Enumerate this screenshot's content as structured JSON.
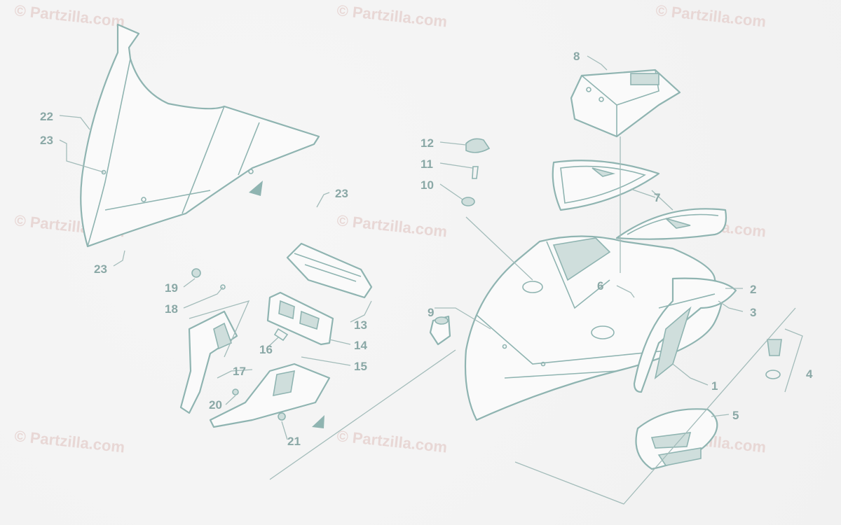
{
  "watermark": {
    "text": "© Partzilla.com"
  },
  "callouts": {
    "c1": "1",
    "c2": "2",
    "c3": "3",
    "c4": "4",
    "c5": "5",
    "c6": "6",
    "c7": "7",
    "c8": "8",
    "c9": "9",
    "c10": "10",
    "c11": "11",
    "c12": "12",
    "c13": "13",
    "c14": "14",
    "c15": "15",
    "c16": "16",
    "c17": "17",
    "c18": "18",
    "c19": "19",
    "c20": "20",
    "c21": "21",
    "c22": "22",
    "c23a": "23",
    "c23b": "23",
    "c23c": "23"
  },
  "colors": {
    "line": "#8fb4b1",
    "label": "#8aa8a6",
    "watermark": "#e8d7d5"
  }
}
